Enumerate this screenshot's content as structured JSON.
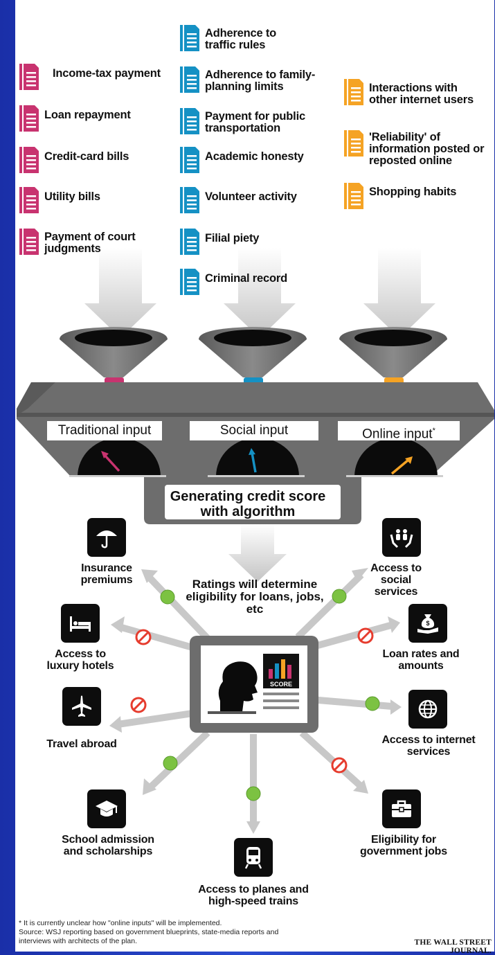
{
  "traditional_items": [
    "Income-tax payment",
    "Loan repayment",
    "Credit-card bills",
    "Utility bills",
    "Payment of court judgments"
  ],
  "social_items": [
    "Adherence to traffic rules",
    "Adherence to family-planning limits",
    "Payment for public transportation",
    "Academic honesty",
    "Volunteer activity",
    "Filial piety",
    "Criminal record"
  ],
  "online_items": [
    "Interactions with other internet users",
    "'Reliability' of information posted or reposted online",
    "Shopping habits"
  ],
  "inputs": {
    "traditional": "Traditional input",
    "social": "Social input",
    "online": "Online input",
    "online_mark": "*"
  },
  "generating": "Generating credit score with algorithm",
  "ratings": "Ratings will determine eligibility for loans, jobs, etc",
  "score_label": "SCORE",
  "outcomes": {
    "insurance": "Insurance premiums",
    "hotels": "Access to luxury hotels",
    "travel": "Travel abroad",
    "school": "School admission and scholarships",
    "trains": "Access to planes and high-speed trains",
    "social_services": "Access to social services",
    "loans": "Loan rates and amounts",
    "internet": "Access to internet services",
    "gov_jobs": "Eligibility for government jobs"
  },
  "footnote": "* It is currently unclear how \"online inputs\" will be implemented.",
  "source": "Source: WSJ reporting based on government blueprints, state-media reports and interviews with architects of the plan.",
  "credit": "THE WALL STREET JOURNAL.",
  "colors": {
    "traditional": "#c8336f",
    "social": "#1591c4",
    "online": "#f5a324",
    "allowed": "#7cc242",
    "restricted": "#e63c2e",
    "machine": "#6d6d6d"
  }
}
